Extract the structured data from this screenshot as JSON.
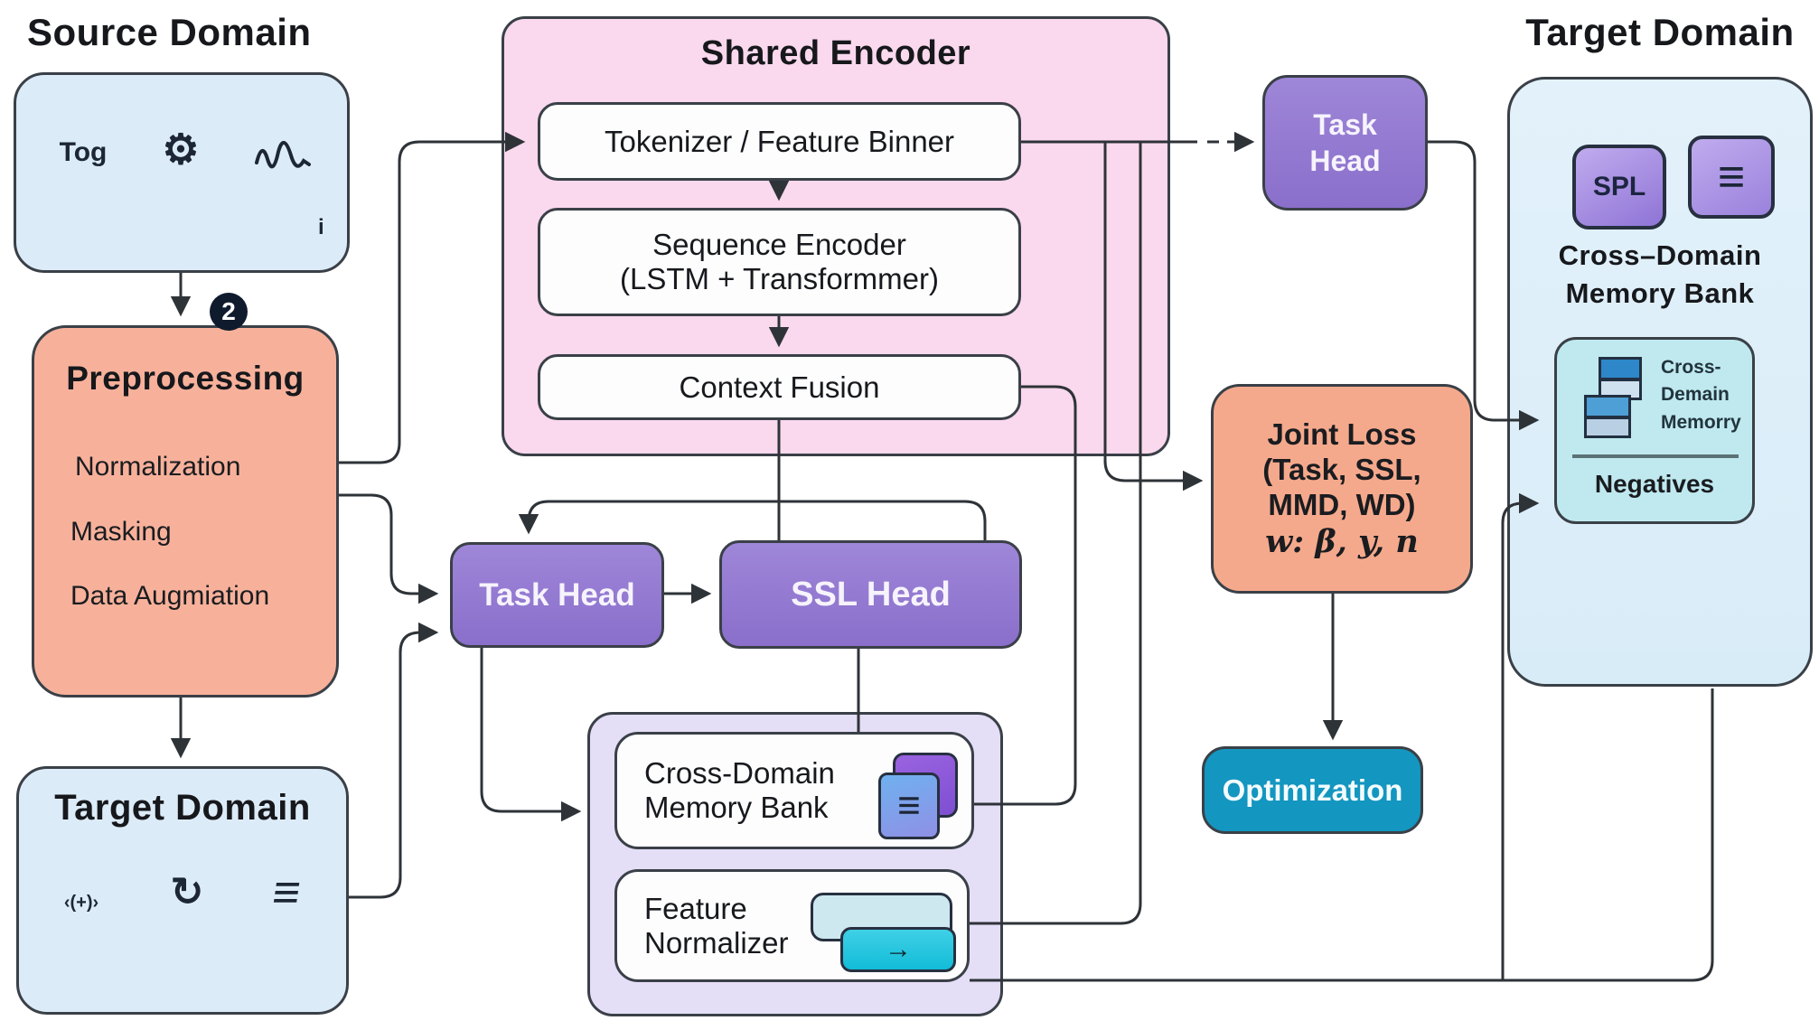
{
  "diagram": {
    "colors": {
      "line": "#2e3338",
      "panel_blue": "#dcebf8",
      "panel_pink": "#fad8ed",
      "panel_lavender": "#e4def6",
      "salmon": "#f7b19b",
      "joint_loss_orange": "#f5a98c",
      "head_purple": "#9379d2",
      "optimization_teal": "#1396c0",
      "memory_teal": "#bfe9ef",
      "icon_blue": "#49a9ec",
      "icon_purple": "#8a5fd6"
    },
    "source_domain": {
      "title": "Source Domain",
      "folder_label": "Tog",
      "gear_glyph": "⚙",
      "note": "i"
    },
    "step_badge": "2",
    "preprocessing": {
      "title": "Preprocessing",
      "items": [
        "Normalization",
        "Masking",
        "Data Augmiation"
      ]
    },
    "target_domain_left": {
      "title": "Target Domain",
      "code_icon_label": "‹(+)›",
      "refresh_glyph": "↻",
      "lines_glyph": "≡"
    },
    "shared_encoder": {
      "title": "Shared Encoder",
      "tokenizer": "Tokenizer / Feature Binner",
      "sequence_line1": "Sequence Encoder",
      "sequence_line2": "(LSTM + Transformmer)",
      "context_fusion": "Context Fusion"
    },
    "task_head_mid": "Task Head",
    "ssl_head": "SSL Head",
    "memory_group": {
      "memory_bank_line1": "Cross-Domain",
      "memory_bank_line2": "Memory Bank",
      "doc_lines_glyph": "≡",
      "normalizer_line1": "Feature",
      "normalizer_line2": "Normalizer",
      "normalizer_arrow": "→"
    },
    "task_head_right": {
      "line1": "Task",
      "line2": "Head"
    },
    "joint_loss": {
      "line1": "Joint Loss",
      "line2": "(Task, SSL,",
      "line3": "MMD, WD)",
      "line4": "w: β, y, n"
    },
    "optimization": "Optimization",
    "target_domain_right": {
      "title": "Target Domain",
      "spl_badge": "SPL",
      "doc_lines_glyph": "≡",
      "caption_line1": "Cross–Domain",
      "caption_line2": "Memory Bank",
      "memory_box": {
        "line1": "Cross-",
        "line2": "Demain",
        "line3": "Memorry",
        "negatives": "Negatives"
      }
    }
  }
}
